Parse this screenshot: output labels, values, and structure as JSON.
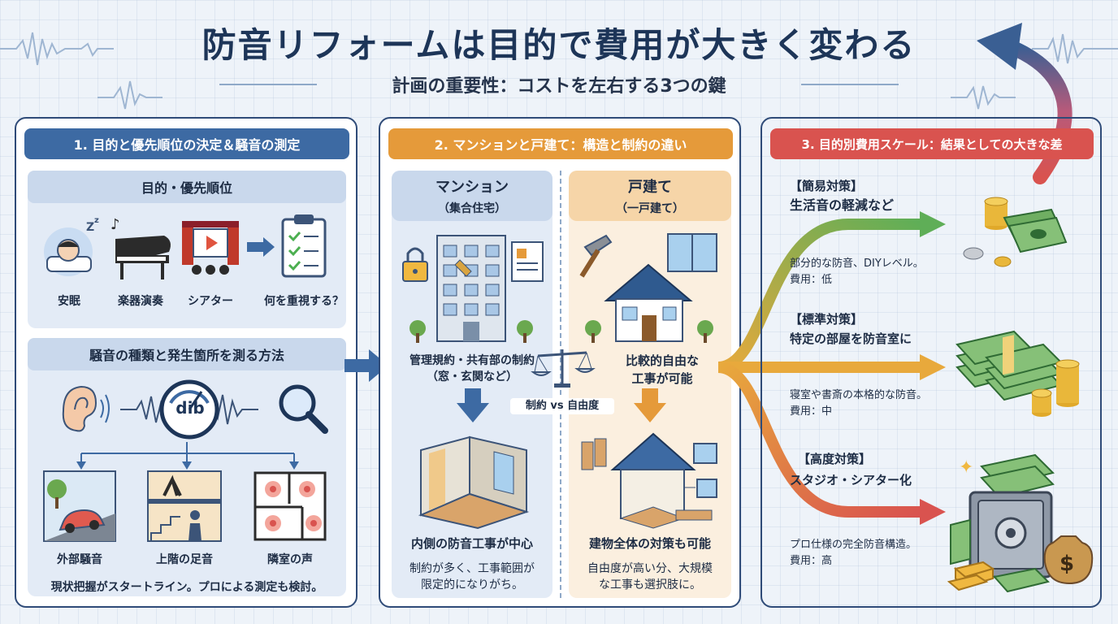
{
  "header": {
    "title": "防音リフォームは目的で費用が大きく変わる",
    "subtitle": "計画の重要性：コストを左右する3つの鍵"
  },
  "panel1": {
    "title": "1. 目的と優先順位の決定＆騒音の測定",
    "purpose": {
      "heading": "目的・優先順位",
      "items": [
        "安眠",
        "楽器演奏",
        "シアター",
        "何を重視する？"
      ]
    },
    "measure": {
      "heading": "騒音の種類と発生箇所を測る方法",
      "meter_label": "dib",
      "items": [
        "外部騒音",
        "上階の足音",
        "隣室の声"
      ],
      "note": "現状把握がスタートライン。プロによる測定も検討。"
    }
  },
  "panel2": {
    "title": "2. マンションと戸建て：構造と制約の違い",
    "mansion": {
      "heading": "マンション",
      "subheading": "（集合住宅）",
      "constraint_line1": "管理規約・共有部の制約",
      "constraint_line2": "（窓・玄関など）",
      "result": "内側の防音工事が中心",
      "note_line1": "制約が多く、工事範囲が",
      "note_line2": "限定的になりがち。"
    },
    "compare_label": "制約 vs 自由度",
    "house": {
      "heading": "戸建て",
      "subheading": "（一戸建て）",
      "freedom_line1": "比較的自由な",
      "freedom_line2": "工事が可能",
      "result": "建物全体の対策も可能",
      "note_line1": "自由度が高い分、大規模",
      "note_line2": "な工事も選択肢に。"
    }
  },
  "panel3": {
    "title": "3. 目的別費用スケール：結果としての大きな差",
    "tiers": [
      {
        "name": "【簡易対策】",
        "example": "生活音の軽減など",
        "desc": "部分的な防音、DIYレベル。",
        "cost": "費用：低"
      },
      {
        "name": "【標準対策】",
        "example": "特定の部屋を防音室に",
        "desc": "寝室や書斎の本格的な防音。",
        "cost": "費用：中"
      },
      {
        "name": "【高度対策】",
        "example": "スタジオ・シアター化",
        "desc": "プロ仕様の完全防音構造。",
        "cost": "費用：高"
      }
    ]
  },
  "colors": {
    "navy": "#2f4b78",
    "panel1_accent": "#3d6aa3",
    "panel2_accent": "#e59a3a",
    "panel3_accent": "#d9534f",
    "arrow_green": "#5fae57",
    "arrow_orange": "#e8a93c",
    "arrow_red": "#d9534f"
  }
}
